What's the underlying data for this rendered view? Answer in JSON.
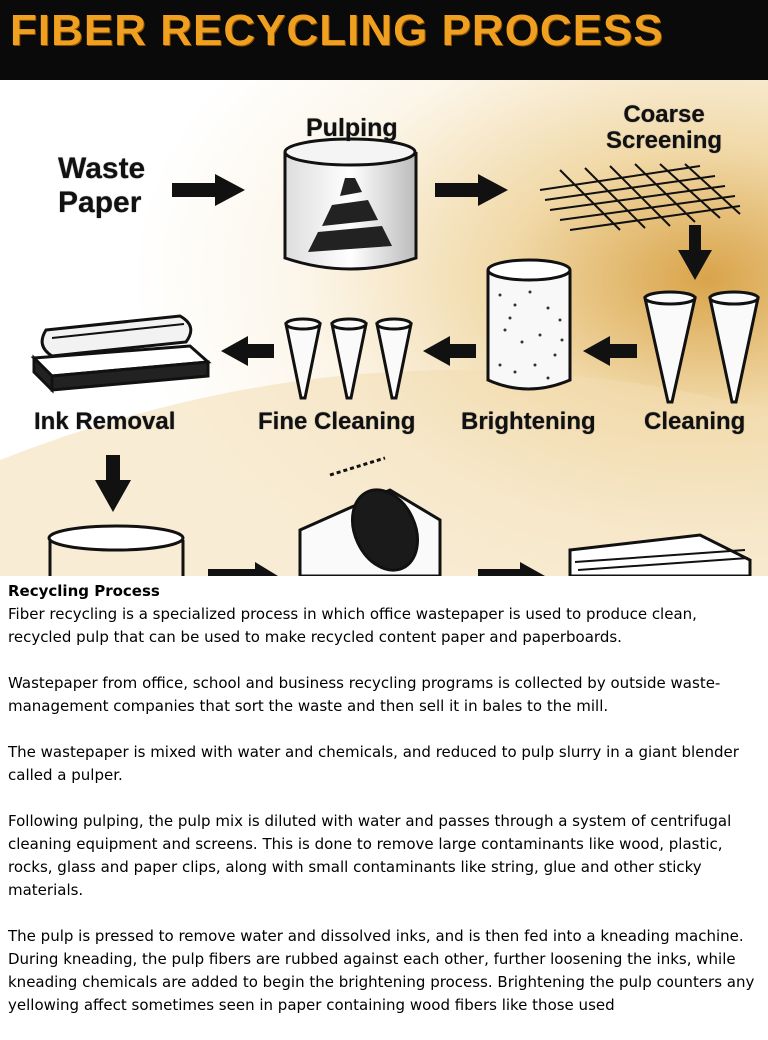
{
  "banner": {
    "title": "FIBER RECYCLING PROCESS"
  },
  "diagram": {
    "labels": {
      "waste_paper": "Waste Paper",
      "pulping": "Pulping",
      "coarse_screening": "Coarse Screening",
      "cleaning": "Cleaning",
      "brightening": "Brightening",
      "fine_cleaning": "Fine Cleaning",
      "ink_removal": "Ink Removal"
    }
  },
  "article": {
    "heading": "Recycling Process",
    "paragraphs": [
      "Fiber recycling is a specialized process in which office wastepaper is used to produce clean, recycled pulp that can be used to make recycled content paper and paperboards.",
      "Wastepaper from office, school and business recycling programs is collected by outside waste-management companies that sort the waste and then sell it in bales to the mill.",
      "The wastepaper is mixed with water and chemicals, and reduced to pulp slurry in a giant blender called a pulper.",
      "Following pulping, the pulp mix is diluted with water and passes through a system of centrifugal cleaning equipment and screens. This is done to remove large contaminants like wood, plastic, rocks, glass and paper clips, along with small contaminants like string, glue and other sticky materials.",
      "The pulp is pressed to remove water and dissolved inks, and is then fed into a kneading machine. During kneading, the pulp fibers are rubbed against each other, further loosening the inks, while kneading chemicals are added to begin the brightening process. Brightening the pulp counters any yellowing affect sometimes seen in paper containing wood fibers like those used"
    ]
  }
}
